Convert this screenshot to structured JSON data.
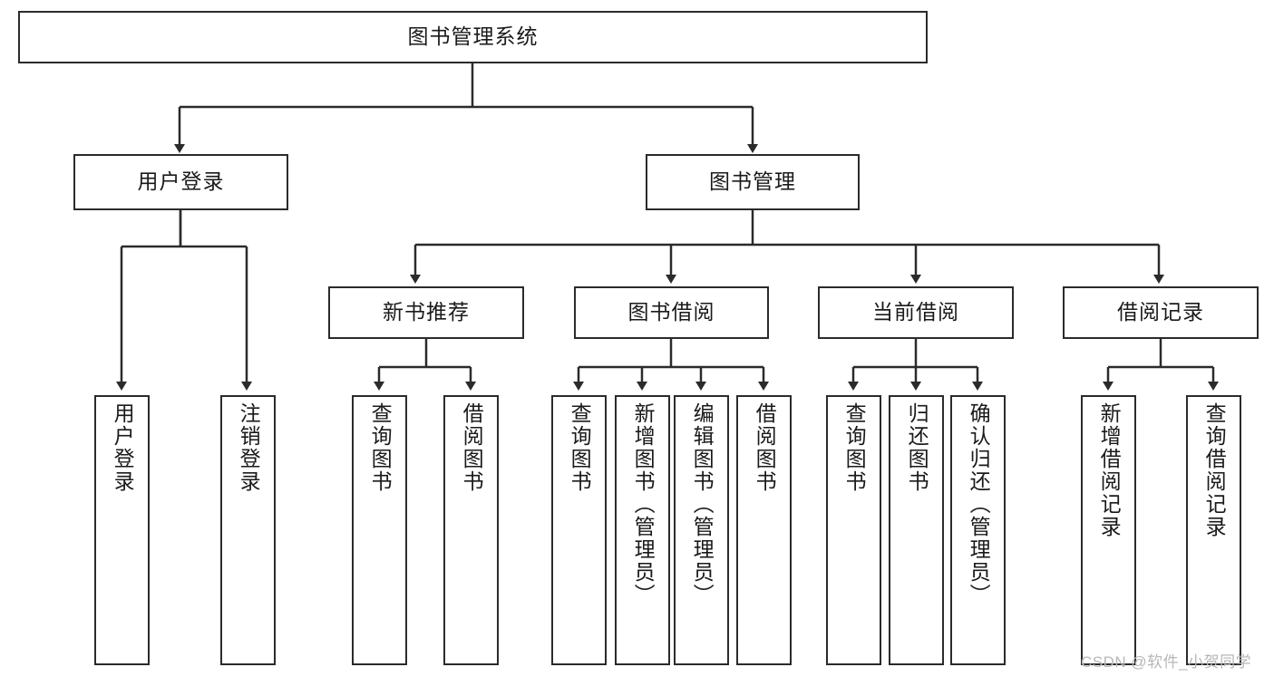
{
  "diagram": {
    "type": "tree-flowchart",
    "title": "图书管理系统",
    "root": {
      "label": "图书管理系统"
    },
    "level2": [
      {
        "label": "用户登录"
      },
      {
        "label": "图书管理"
      }
    ],
    "level3": [
      {
        "label": "新书推荐"
      },
      {
        "label": "图书借阅"
      },
      {
        "label": "当前借阅"
      },
      {
        "label": "借阅记录"
      }
    ],
    "leaves": {
      "user_login": [
        {
          "label": "用户登录"
        },
        {
          "label": "注销登录"
        }
      ],
      "new_book_recommend": [
        {
          "label": "查询图书"
        },
        {
          "label": "借阅图书"
        }
      ],
      "book_borrow": [
        {
          "label": "查询图书"
        },
        {
          "label": "新增图书（管理员）"
        },
        {
          "label": "编辑图书（管理员）"
        },
        {
          "label": "借阅图书"
        }
      ],
      "current_borrow": [
        {
          "label": "查询图书"
        },
        {
          "label": "归还图书"
        },
        {
          "label": "确认归还（管理员）"
        }
      ],
      "borrow_record": [
        {
          "label": "新增借阅记录"
        },
        {
          "label": "查询借阅记录"
        }
      ]
    }
  },
  "watermark": {
    "text": "CSDN @软件_小贺同学"
  },
  "colors": {
    "border": "#2b2b2b",
    "text": "#1a1a1a",
    "background": "#ffffff",
    "watermark": "#b7b7b7"
  }
}
